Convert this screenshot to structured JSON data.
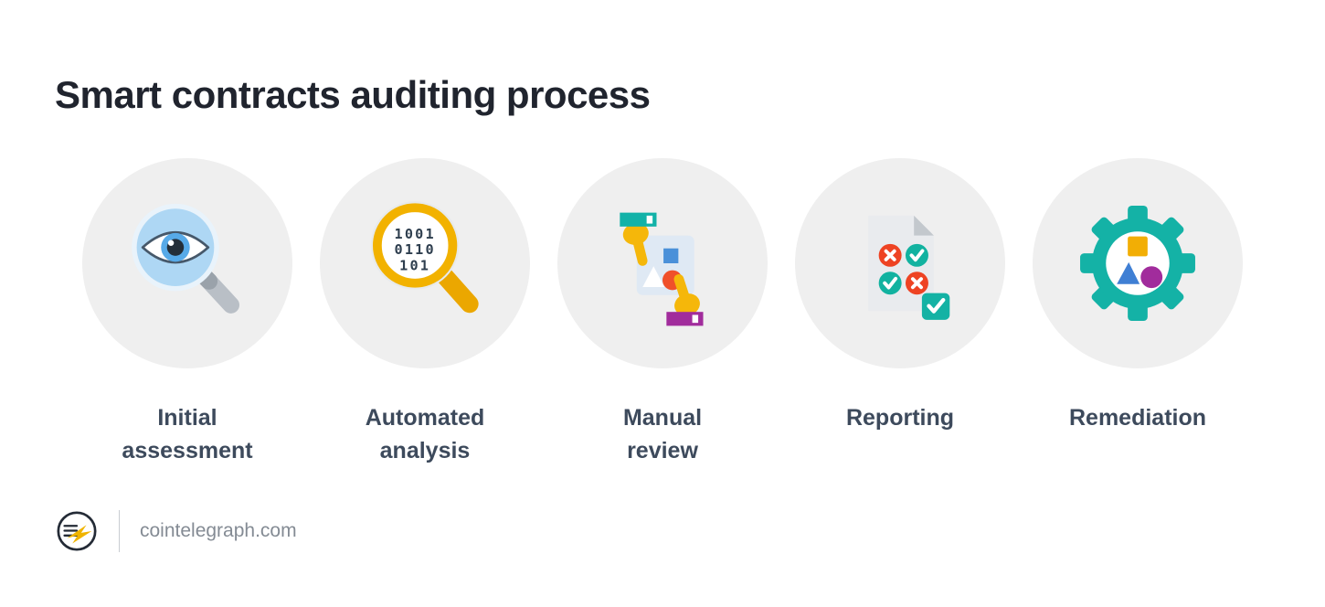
{
  "page": {
    "title": "Smart contracts auditing process"
  },
  "steps": [
    {
      "label": "Initial\nassessment",
      "icon": "eye-magnifier-icon"
    },
    {
      "label": "Automated\nanalysis",
      "icon": "binary-magnifier-icon"
    },
    {
      "label": "Manual\nreview",
      "icon": "pointing-hands-icon"
    },
    {
      "label": "Reporting",
      "icon": "report-checklist-icon"
    },
    {
      "label": "Remediation",
      "icon": "gear-shapes-icon"
    }
  ],
  "binary_lines": [
    "1001",
    "0110",
    "101"
  ],
  "footer": {
    "site": "cointelegraph.com"
  },
  "colors": {
    "teal": "#14b2a6",
    "yellow": "#f5b70a",
    "purple": "#a12c9c",
    "red": "#ee4323",
    "blue": "#4a90d9",
    "circle_bg": "#efefef",
    "title": "#20242e",
    "label": "#3d4a5c"
  }
}
